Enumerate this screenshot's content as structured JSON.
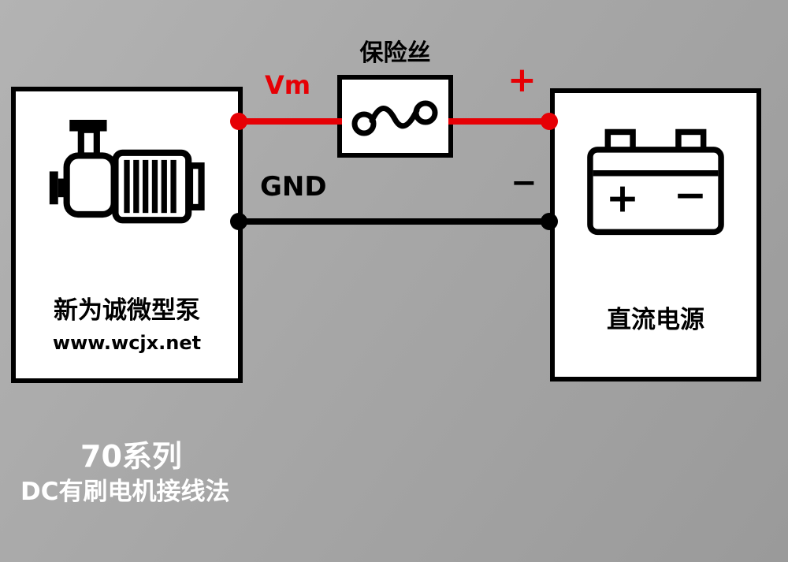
{
  "colors": {
    "background_gray": "#a8a8a8",
    "wire_red": "#e60005",
    "wire_black": "#000000",
    "box_white": "#ffffff",
    "caption_white": "#ffffff"
  },
  "labels": {
    "fuse": "保险丝",
    "vm": "Vm",
    "plus": "+",
    "gnd": "GND",
    "minus": "−"
  },
  "pump_box": {
    "title": "新为诚微型泵",
    "website": "www.wcjx.net"
  },
  "power_box": {
    "title": "直流电源",
    "battery_plus": "+",
    "battery_minus": "−"
  },
  "caption": {
    "line1": "70系列",
    "line2": "DC有刷电机接线法"
  }
}
